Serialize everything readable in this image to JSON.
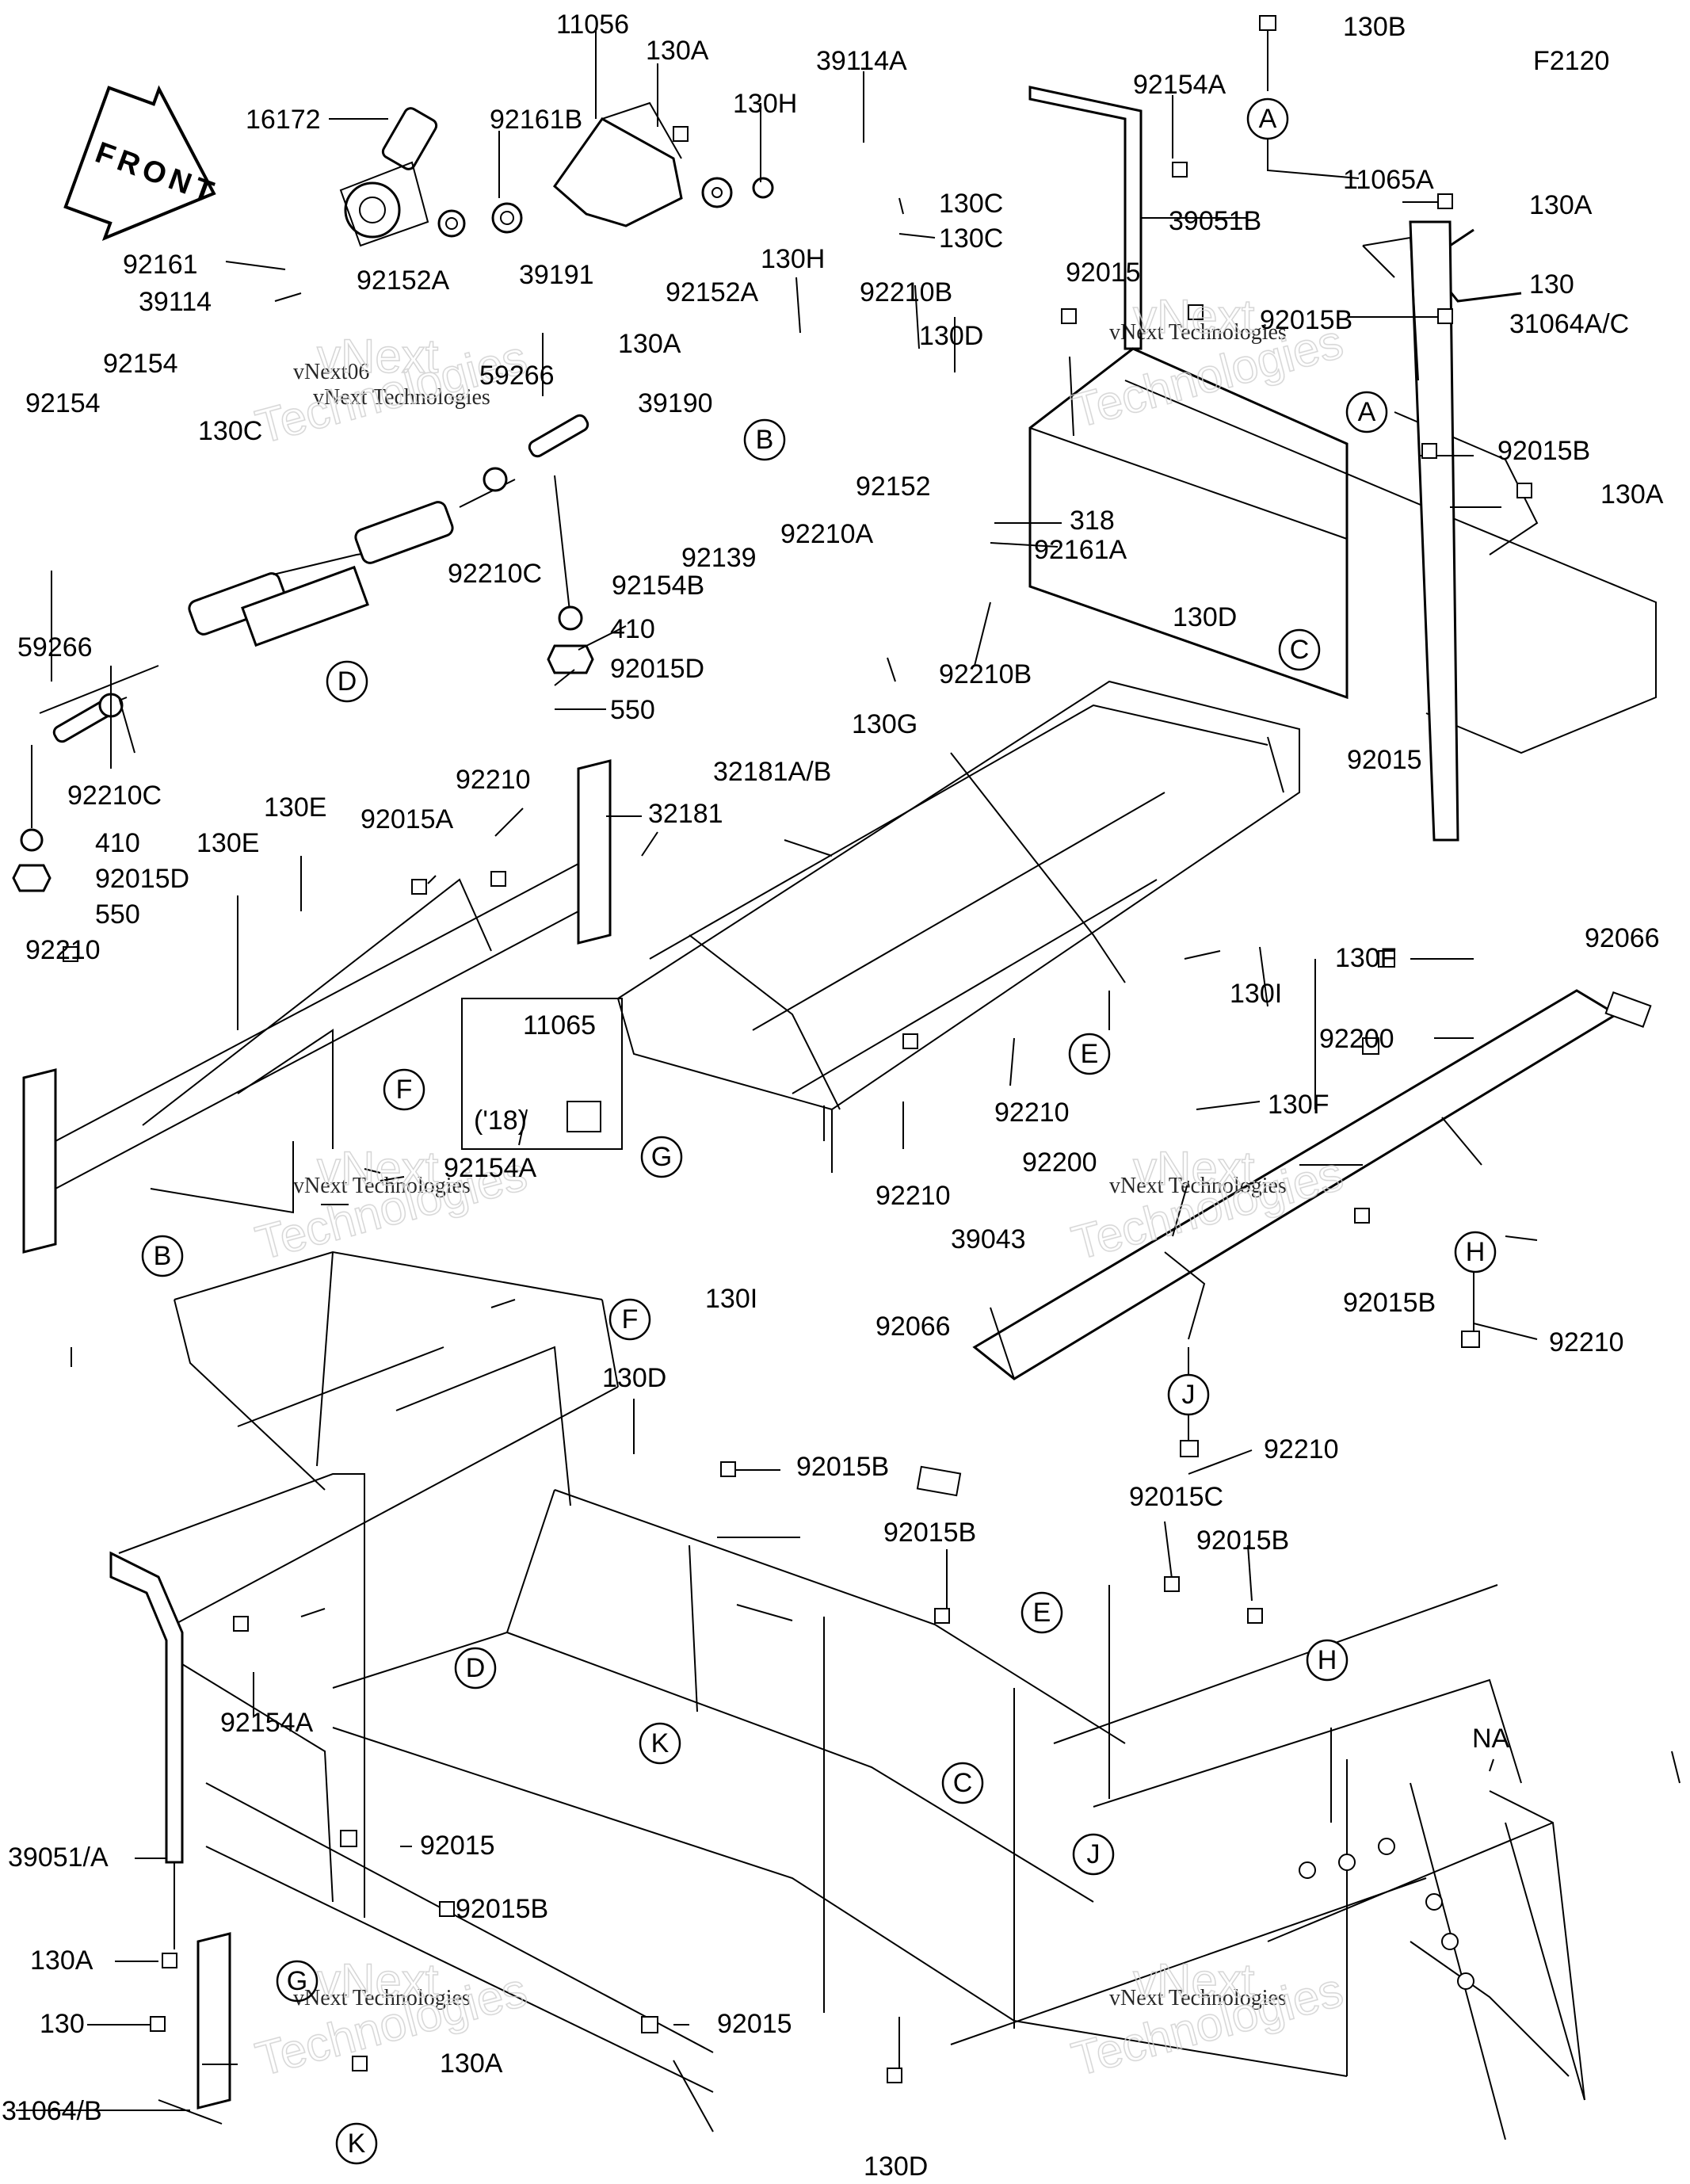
{
  "diagram_code": "F2120",
  "front_arrow_label": "FRONT",
  "watermark": {
    "text_small": "vNext Technologies",
    "text_large_1": "vNext",
    "text_large_2": "Technologies",
    "overlap_fragment": "vNext06"
  },
  "callouts": {
    "p11056": "11056",
    "p130A_top": "130A",
    "p130H_top": "130H",
    "p39114A": "39114A",
    "p130B": "130B",
    "p92154A_top": "92154A",
    "pF2120": "F2120",
    "p16172": "16172",
    "p92161B": "92161B",
    "p130C_r1": "130C",
    "p130C_r2": "130C",
    "p11065A": "11065A",
    "p39051B": "39051B",
    "p130A_r": "130A",
    "p92161": "92161",
    "p39114": "39114",
    "p92152A_l": "92152A",
    "p130A_mid": "130A",
    "p92152A_r": "92152A",
    "p130H_mid": "130H",
    "p92210B_top": "92210B",
    "p92015_top": "92015",
    "p92015B_top": "92015B",
    "p130_r": "130",
    "p31064AC": "31064A/C",
    "p39191": "39191",
    "p92154_1": "92154",
    "p92154_2": "92154",
    "p130C_l": "130C",
    "p59266_r": "59266",
    "p130D_top": "130D",
    "p39190": "39190",
    "p92015B_r": "92015B",
    "p92210C_r": "92210C",
    "p92152": "92152",
    "p92210A": "92210A",
    "p130A_r2": "130A",
    "p318": "318",
    "p92161A": "92161A",
    "p92139": "92139",
    "p92154B": "92154B",
    "p410_r": "410",
    "p92015D_r": "92015D",
    "p550_r": "550",
    "p130D_mid": "130D",
    "p92210B_mid": "92210B",
    "p130G": "130G",
    "p92015_r": "92015",
    "p59266_l": "59266",
    "p92210C_l": "92210C",
    "p92015A": "92015A",
    "p32181AB": "32181A/B",
    "p92210_top": "92210",
    "p32181": "32181",
    "p410_l": "410",
    "p92015D_l": "92015D",
    "p550_l": "550",
    "p130E_1": "130E",
    "p130E_2": "130E",
    "p92210_l": "92210",
    "p130I_r": "130I",
    "p130F_1": "130F",
    "p92066_r": "92066",
    "p92200_1": "92200",
    "p11065": "11065",
    "p18": "('18)",
    "p92210_mid": "92210",
    "p130F_2": "130F",
    "p92154A_mid": "92154A",
    "p92210_mid2": "92210",
    "p92200_2": "92200",
    "p130I_b": "130I",
    "p39043": "39043",
    "p92015B_mid": "92015B",
    "p92210_r": "92210",
    "p92066_l": "92066",
    "p92210_j": "92210",
    "p130D_frame": "130D",
    "p92015B_frame": "92015B",
    "p92015C": "92015C",
    "p92015B_f2": "92015B",
    "p92015B_f3": "92015B",
    "p92154A_bot": "92154A",
    "pNA": "NA",
    "p92015_bot": "92015",
    "p39051A": "39051/A",
    "p92015B_bot": "92015B",
    "p130A_bl": "130A",
    "p130_bl": "130",
    "p92015_bot2": "92015",
    "p130A_bl2": "130A",
    "p31064B": "31064/B",
    "p130D_bot": "130D"
  },
  "reference_circles": {
    "A1": "A",
    "A2": "A",
    "B1": "B",
    "B2": "B",
    "C1": "C",
    "C2": "C",
    "D1": "D",
    "D2": "D",
    "E1": "E",
    "E2": "E",
    "F1": "F",
    "F2": "F",
    "G1": "G",
    "G2": "G",
    "H1": "H",
    "H2": "H",
    "J1": "J",
    "J2": "J",
    "K1": "K",
    "K2": "K"
  }
}
